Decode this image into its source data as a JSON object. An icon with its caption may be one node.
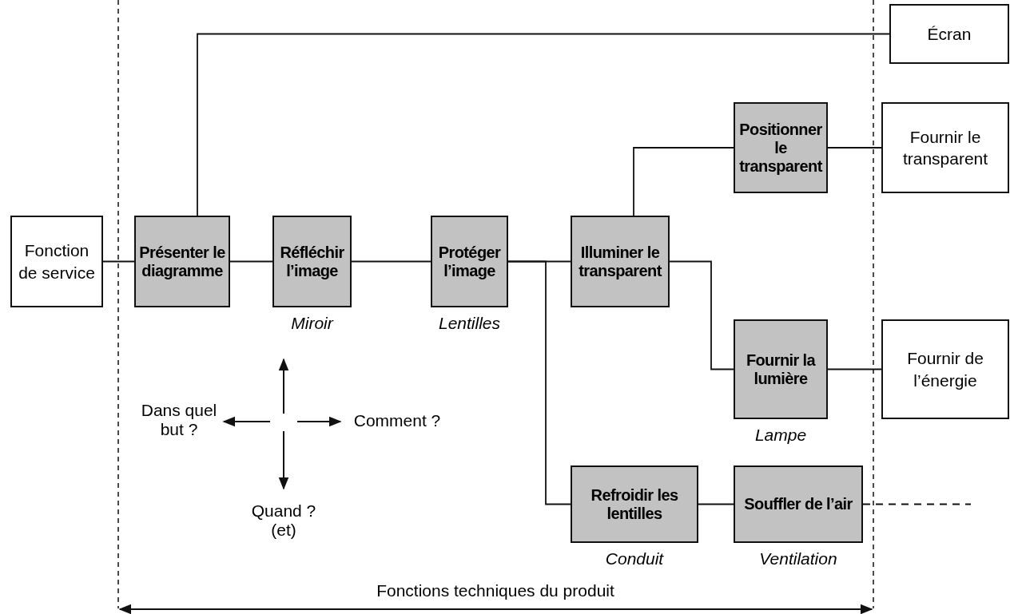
{
  "diagram": {
    "nodes": [
      {
        "text": [
          "Fonction de service"
        ]
      },
      {
        "text": [
          "Présenter le diagramme"
        ]
      },
      {
        "text": [
          "Réfléchir l’image"
        ],
        "beside": [
          "Miroir"
        ]
      },
      {
        "text": [
          "Protéger l’image"
        ],
        "beside": [
          "Lentilles"
        ]
      },
      {
        "text": [
          "Illuminer le transparent"
        ]
      },
      {
        "text": [
          "Positionner le transparent"
        ]
      },
      {
        "text": [
          "Fournir la lumière"
        ],
        "beside": [
          "Lampe"
        ]
      },
      {
        "text": [
          "Refroidir les lentilles"
        ],
        "beside": [
          "Conduit"
        ]
      },
      {
        "text": [
          "Souffler de l’air"
        ],
        "beside": [
          "Ventilation"
        ]
      },
      {
        "text": [
          "Écran"
        ]
      },
      {
        "text": [
          "Fournir le transparent"
        ]
      },
      {
        "text": [
          "Fournir de l’énergie"
        ]
      }
    ],
    "edges": [
      {
        "from": 0,
        "to": 1,
        "arrow": "none"
      },
      {
        "from": 1,
        "to": 2,
        "arrow": "none"
      },
      {
        "from": 2,
        "to": 3,
        "arrow": "none"
      },
      {
        "from": 3,
        "to": 4,
        "arrow": "none"
      },
      {
        "from": 3,
        "to": 7,
        "arrow": "none"
      },
      {
        "from": 4,
        "to": 5,
        "arrow": "none"
      },
      {
        "from": 4,
        "to": 6,
        "arrow": "none"
      },
      {
        "from": 7,
        "to": 8,
        "arrow": "none"
      },
      {
        "from": 1,
        "to": 9,
        "arrow": "none"
      },
      {
        "from": 5,
        "to": 10,
        "arrow": "none"
      },
      {
        "from": 6,
        "to": 11,
        "arrow": "none"
      },
      {
        "from": 8,
        "to": null,
        "arrow": "none",
        "style": "dashed"
      }
    ],
    "labels": [
      "Dans quel but ?",
      "Comment ?",
      "Quand ? (et)",
      "Fonctions techniques du produit"
    ]
  }
}
